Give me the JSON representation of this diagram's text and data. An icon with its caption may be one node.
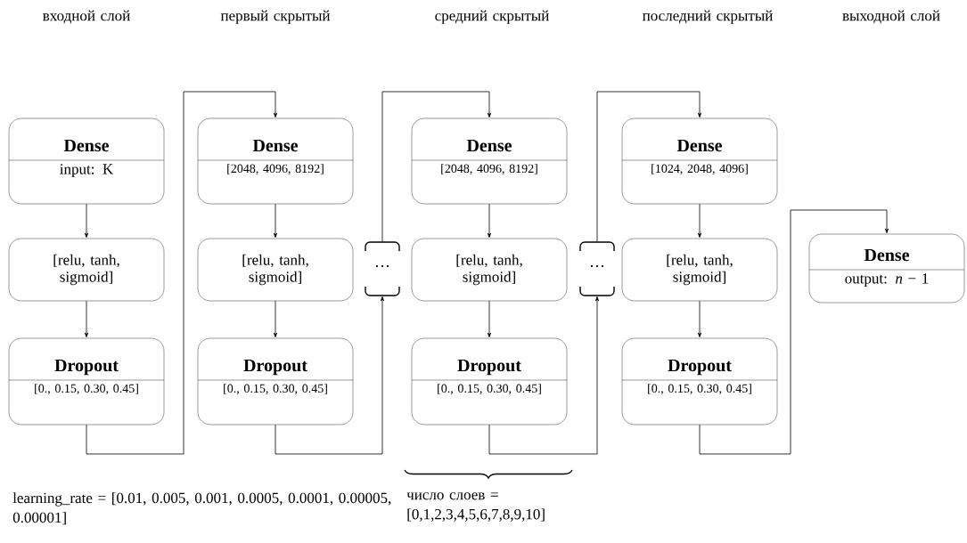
{
  "diagram": {
    "nodes": [
      {
        "text": [
          "Dense",
          "input: K"
        ]
      },
      {
        "text": [
          "[relu, tanh, sigmoid]"
        ]
      },
      {
        "text": [
          "Dropout",
          "[0., 0.15, 0.30, 0.45]"
        ]
      },
      {
        "text": [
          "Dense",
          "[2048, 4096, 8192]"
        ]
      },
      {
        "text": [
          "[relu, tanh, sigmoid]"
        ]
      },
      {
        "text": [
          "Dropout",
          "[0., 0.15, 0.30, 0.45]"
        ]
      },
      {
        "text": [
          "…"
        ]
      },
      {
        "text": [
          "Dense",
          "[2048, 4096, 8192]"
        ]
      },
      {
        "text": [
          "[relu, tanh, sigmoid]"
        ]
      },
      {
        "text": [
          "Dropout",
          "[0., 0.15, 0.30, 0.45]"
        ]
      },
      {
        "text": [
          "…"
        ]
      },
      {
        "text": [
          "Dense",
          "[1024, 2048, 4096]"
        ]
      },
      {
        "text": [
          "[relu, tanh, sigmoid]"
        ]
      },
      {
        "text": [
          "Dropout",
          "[0., 0.15, 0.30, 0.45]"
        ]
      },
      {
        "text": [
          "Dense",
          "output: *n* − 1"
        ]
      }
    ],
    "edges": [
      {
        "from": 0,
        "to": 1,
        "arrow": "to"
      },
      {
        "from": 1,
        "to": 2,
        "arrow": "to"
      },
      {
        "from": 2,
        "to": 3,
        "arrow": "to"
      },
      {
        "from": 3,
        "to": 4,
        "arrow": "to"
      },
      {
        "from": 4,
        "to": 5,
        "arrow": "to"
      },
      {
        "from": 5,
        "to": 6,
        "arrow": "to"
      },
      {
        "from": 6,
        "to": 7,
        "arrow": "to"
      },
      {
        "from": 7,
        "to": 8,
        "arrow": "to"
      },
      {
        "from": 8,
        "to": 9,
        "arrow": "to"
      },
      {
        "from": 9,
        "to": 10,
        "arrow": "to"
      },
      {
        "from": 10,
        "to": 11,
        "arrow": "to"
      },
      {
        "from": 11,
        "to": 12,
        "arrow": "to"
      },
      {
        "from": 12,
        "to": 13,
        "arrow": "to"
      },
      {
        "from": 13,
        "to": 14,
        "arrow": "to"
      }
    ],
    "labels": [
      "входной слой",
      "первый скрытый",
      "средний скрытый",
      "последний скрытый",
      "выходной слой",
      "learning_rate = [0.01, 0.005, 0.001, 0.0005, 0.0001, 0.00005, 0.00001]",
      "число слоев = [0,1,2,3,4,5,6,7,8,9,10]"
    ]
  }
}
